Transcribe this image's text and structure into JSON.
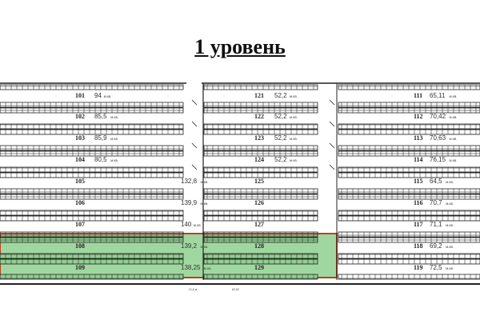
{
  "title": "1 уровень",
  "unit": "м.кв.",
  "highlight": {
    "fill": "#8fd08f",
    "border": "#b5431c",
    "rooms": [
      "108",
      "109",
      "128",
      "129"
    ]
  },
  "blocks": {
    "left": [
      {
        "num": "101",
        "area": "94"
      },
      {
        "num": "102",
        "area": "85,5"
      },
      {
        "num": "103",
        "area": "85,9"
      },
      {
        "num": "104",
        "area": "80,5"
      },
      {
        "num": "105",
        "area": "132,8"
      },
      {
        "num": "106",
        "area": "139,9"
      },
      {
        "num": "107",
        "area": "140"
      },
      {
        "num": "108",
        "area": "139,2"
      },
      {
        "num": "109",
        "area": "138,25"
      }
    ],
    "middle": [
      {
        "num": "121",
        "area": "52,2"
      },
      {
        "num": "122",
        "area": "52,2"
      },
      {
        "num": "123",
        "area": "52,2"
      },
      {
        "num": "124",
        "area": "52,2"
      },
      {
        "num": "125",
        "area": ""
      },
      {
        "num": "126",
        "area": ""
      },
      {
        "num": "127",
        "area": ""
      },
      {
        "num": "128",
        "area": ""
      },
      {
        "num": "129",
        "area": ""
      }
    ],
    "right": [
      {
        "num": "111",
        "area": "65,11"
      },
      {
        "num": "112",
        "area": "70,42"
      },
      {
        "num": "113",
        "area": "70,63"
      },
      {
        "num": "114",
        "area": "76,15"
      },
      {
        "num": "115",
        "area": "64,5"
      },
      {
        "num": "116",
        "area": "70,7"
      },
      {
        "num": "117",
        "area": "71,1"
      },
      {
        "num": "118",
        "area": "69,2"
      },
      {
        "num": "119",
        "area": "72,5"
      }
    ]
  },
  "dimensions": {
    "gate": "21,6 м",
    "length": "62.62"
  }
}
